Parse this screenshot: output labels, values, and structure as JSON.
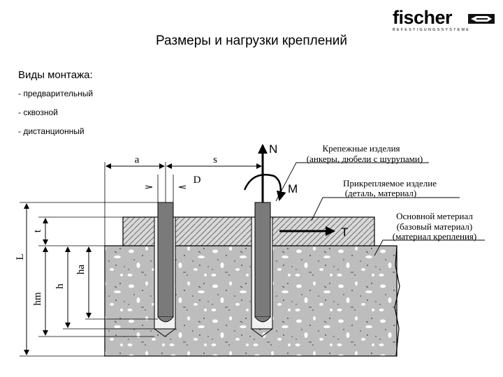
{
  "logo": {
    "word": "fischer",
    "tagline": "BEFESTIGUNGSSYSTEME"
  },
  "title": "Размеры и нагрузки креплений",
  "mount_types": {
    "heading": "Виды монтажа:",
    "items": [
      "- предварительный",
      "- сквозной",
      "- дистанционный"
    ]
  },
  "diagram": {
    "dims": {
      "a": "a",
      "s": "s",
      "D": "D",
      "L": "L",
      "t": "t",
      "hm": "hm",
      "h": "h",
      "ha": "ha"
    },
    "loads": {
      "N": "N",
      "M": "M",
      "T": "T"
    },
    "callouts": {
      "fasteners": [
        "Крепежные изделия",
        "(анкеры, дюбели с шурупами)"
      ],
      "fixture": [
        "Прикрепляемое изделие",
        "(деталь, материал)"
      ],
      "base": [
        "Основной метериал",
        "(базовый материал)",
        "(материал крепления)"
      ]
    }
  }
}
